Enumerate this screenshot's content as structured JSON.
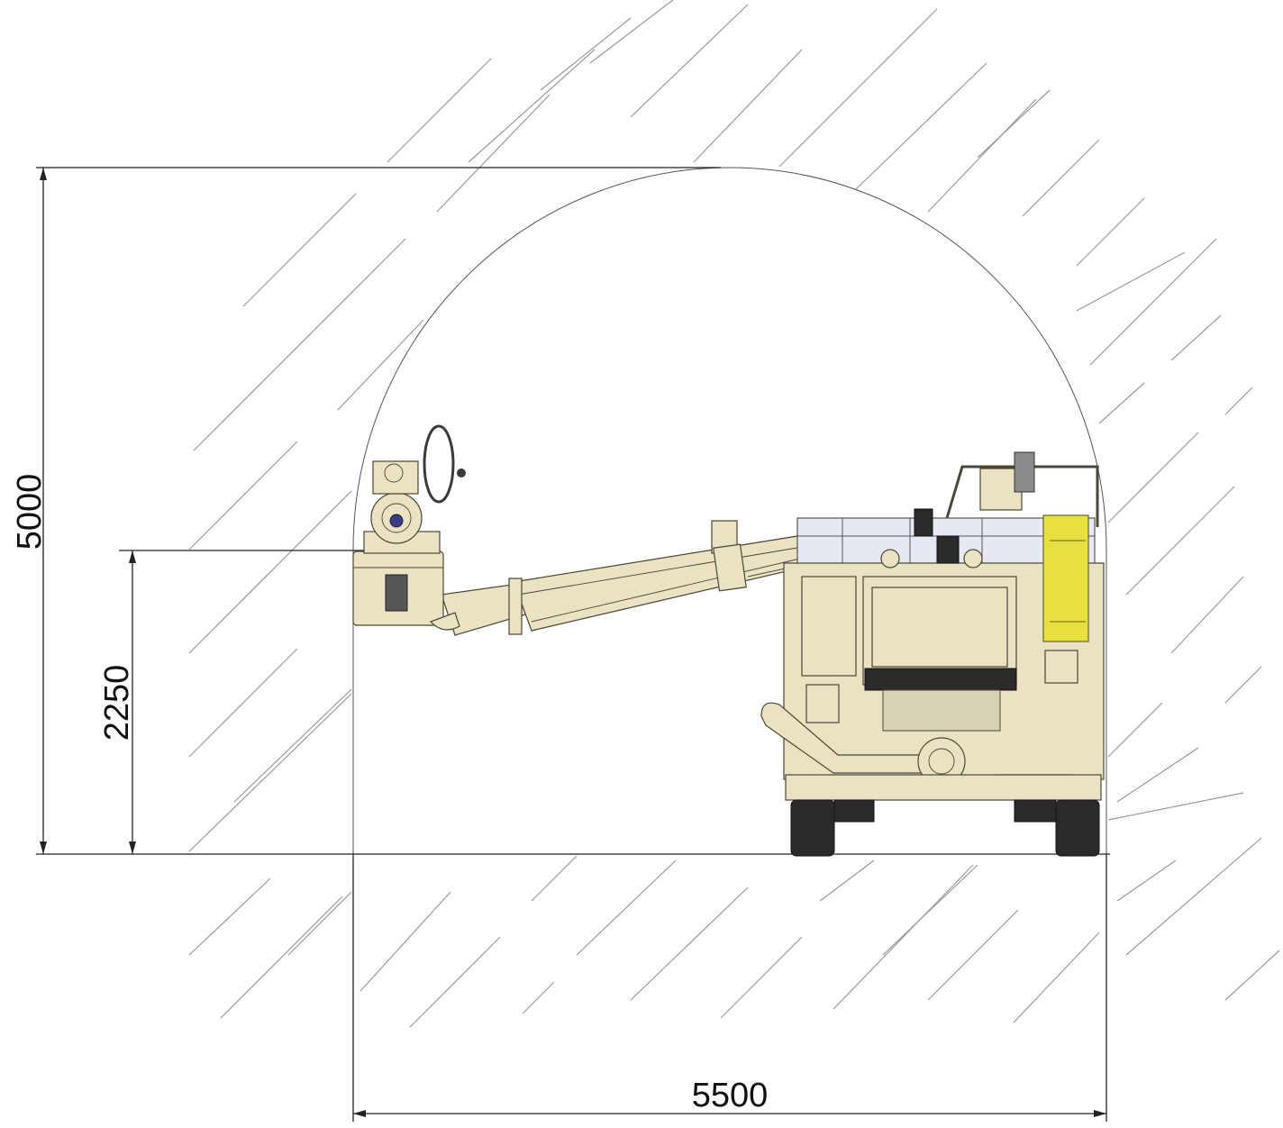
{
  "dimensions": {
    "total_height": "5000",
    "boom_height": "2250",
    "tunnel_width": "5500"
  },
  "colors": {
    "machine_body": "#e9e3c4",
    "outline": "#4a4636",
    "hose_reel": "#e8e040",
    "tire": "#2a2a2a",
    "hatch": "#9a9a9a",
    "tank": "#e6e9f2"
  }
}
